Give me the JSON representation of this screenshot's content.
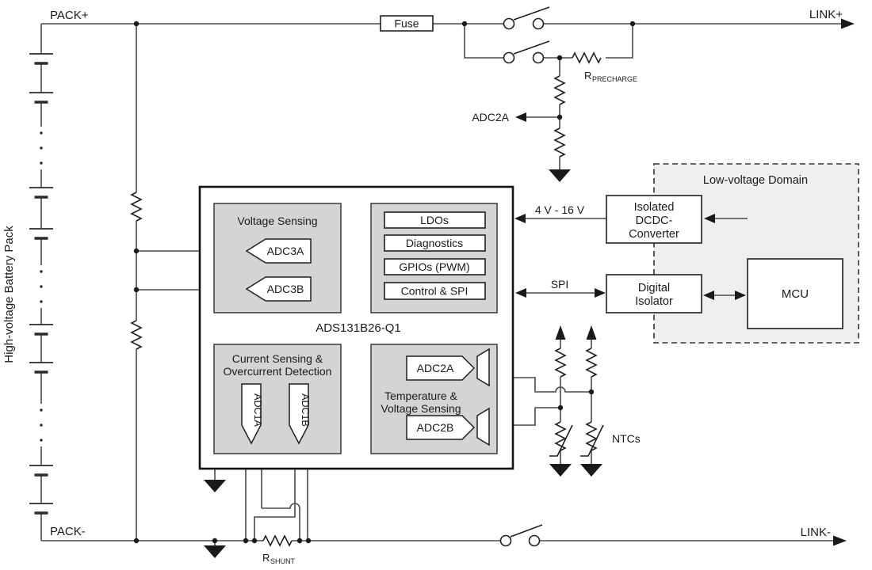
{
  "diagram": {
    "terminals": {
      "pack_plus": "PACK+",
      "link_plus": "LINK+",
      "pack_minus": "PACK-",
      "link_minus": "LINK-"
    },
    "battery_label": "High-voltage Battery Pack",
    "fuse_label": "Fuse",
    "resistor_base": "R",
    "precharge_sub": "PRECHARGE",
    "shunt_sub": "SHUNT",
    "adc2a_tap_label": "ADC2A",
    "power_label": "4 V - 16 V",
    "spi_label": "SPI",
    "ntcs_label": "NTCs",
    "chip": {
      "name": "ADS131B26-Q1",
      "voltage_sensing_title": "Voltage Sensing",
      "adc3a": "ADC3A",
      "adc3b": "ADC3B",
      "ldos": "LDOs",
      "diagnostics": "Diagnostics",
      "gpios": "GPIOs (PWM)",
      "control_spi": "Control & SPI",
      "current_title1": "Current Sensing &",
      "current_title2": "Overcurrent Detection",
      "adc1a": "ADC1A",
      "adc1b": "ADC1B",
      "temp_title1": "Temperature &",
      "temp_title2": "Voltage Sensing",
      "adc2a": "ADC2A",
      "adc2b": "ADC2B"
    },
    "low_voltage_domain": {
      "title": "Low-voltage Domain",
      "dcdc_line1": "Isolated",
      "dcdc_line2": "DCDC-",
      "dcdc_line3": "Converter",
      "isolator_line1": "Digital",
      "isolator_line2": "Isolator",
      "mcu": "MCU"
    },
    "colors": {
      "block_fill": "#d4d4d4",
      "domain_fill": "#efefef",
      "wire": "#4a4a4a",
      "outline": "#1f1f1f"
    }
  }
}
